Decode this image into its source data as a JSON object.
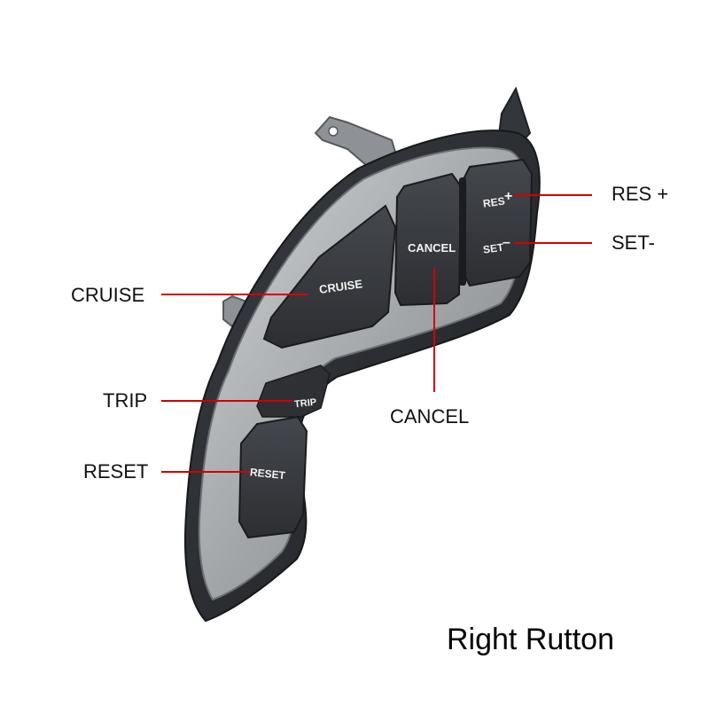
{
  "buttons": {
    "cruise": "CRUISE",
    "cancel": "CANCEL",
    "res": "RES",
    "set": "SET",
    "trip": "TRIP",
    "reset": "RESET"
  },
  "callouts": {
    "res_plus": "RES +",
    "set_minus": "SET-",
    "cruise": "CRUISE",
    "trip": "TRIP",
    "reset": "RESET",
    "cancel": "CANCEL"
  },
  "caption": "Right Rutton",
  "colors": {
    "leader_line": "#d40000",
    "trim_silver": "#a9abad",
    "housing_dark": "#2a2c30",
    "button_dark": "#35373b"
  }
}
